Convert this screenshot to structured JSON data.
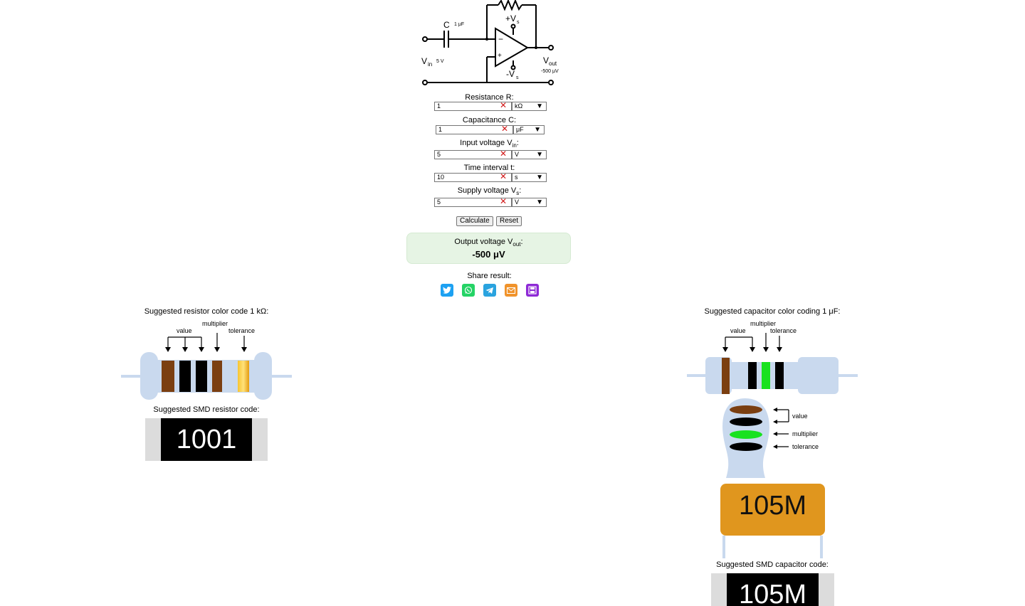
{
  "circuit": {
    "c_label": "C",
    "c_value": "1 μF",
    "vin_label": "V",
    "vin_sub": "in",
    "vin_value": "5 V",
    "vs_plus": "+V",
    "vs_minus": "-V",
    "vs_sub": "s",
    "vout_label": "V",
    "vout_sub": "out",
    "vout_value": "-500 μV"
  },
  "form": {
    "fields": [
      {
        "label": "Resistance R:",
        "value": "1",
        "unit": "kΩ"
      },
      {
        "label": "Capacitance C:",
        "value": "1",
        "unit": "μF"
      },
      {
        "label": "Input voltage V",
        "label_sub": "in",
        "label_end": ":",
        "value": "5",
        "unit": "V"
      },
      {
        "label": "Time interval t:",
        "value": "10",
        "unit": "s"
      },
      {
        "label": "Supply voltage V",
        "label_sub": "s",
        "label_end": ":",
        "value": "5",
        "unit": "V"
      }
    ],
    "clear_glyph": "✕",
    "chevron_glyph": "⌄",
    "calculate_label": "Calculate",
    "reset_label": "Reset"
  },
  "result": {
    "label": "Output voltage V",
    "label_sub": "out",
    "label_end": ":",
    "value": "-500 μV"
  },
  "share": {
    "label": "Share result:",
    "icons": [
      {
        "name": "twitter-icon",
        "color": "#1da1f2"
      },
      {
        "name": "whatsapp-icon",
        "color": "#25d366"
      },
      {
        "name": "telegram-icon",
        "color": "#2aa3df"
      },
      {
        "name": "email-icon",
        "color": "#f0932b"
      },
      {
        "name": "save-icon",
        "color": "#8e2ad6"
      }
    ]
  },
  "resistor": {
    "title": "Suggested resistor color code 1 kΩ:",
    "labels": {
      "value": "value",
      "multiplier": "multiplier",
      "tolerance": "tolerance"
    },
    "bands": [
      "#7b3f11",
      "#000000",
      "#000000",
      "#7b3f11",
      "#f2b820"
    ],
    "body_color": "#c9d9ee",
    "smd_title": "Suggested SMD resistor code:",
    "smd_code": "1001"
  },
  "capacitor": {
    "title": "Suggested capacitor color coding 1 μF:",
    "labels": {
      "value": "value",
      "multiplier": "multiplier",
      "tolerance": "tolerance"
    },
    "bands": [
      "#7b3f11",
      "#000000",
      "#18e21f",
      "#000000"
    ],
    "body_color": "#c9d9ee",
    "ceramic_color": "#e0961e",
    "code": "105M",
    "smd_title": "Suggested SMD capacitor code:",
    "smd_code": "105M"
  }
}
